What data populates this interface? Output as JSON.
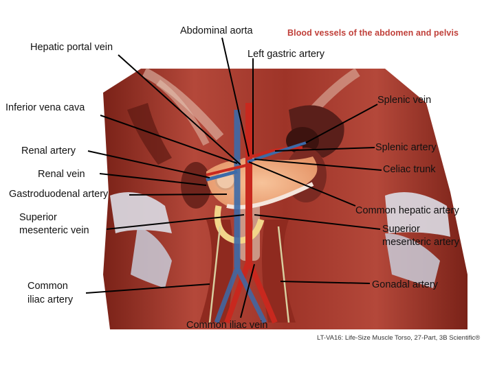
{
  "banner": {
    "title": "Blood vessels of the abdomen and pelvis",
    "color": "#c0403a"
  },
  "credit": "LT-VA16: Life-Size Muscle Torso, 27-Part, 3B Scientific®",
  "labels": {
    "abdominal_aorta": "Abdominal aorta",
    "hepatic_portal_vein": "Hepatic portal vein",
    "left_gastric_artery": "Left gastric artery",
    "inferior_vena_cava": "Inferior vena cava",
    "splenic_vein": "Splenic vein",
    "renal_artery": "Renal artery",
    "splenic_artery": "Splenic artery",
    "celiac_trunk": "Celiac trunk",
    "renal_vein": "Renal vein",
    "gastroduodenal_artery": "Gastroduodenal artery",
    "common_hepatic_artery": "Common hepatic artery",
    "superior_mesenteric_vein_1": "Superior",
    "superior_mesenteric_vein_2": "mesenteric vein",
    "superior_mesenteric_artery_1": "Superior",
    "superior_mesenteric_artery_2": "mesenteric artery",
    "common_iliac_artery_1": "Common",
    "common_iliac_artery_2": "iliac artery",
    "gonadal_artery": "Gonadal artery",
    "common_iliac_vein": "Common iliac vein"
  },
  "colors": {
    "muscle": "#a8352a",
    "muscle_dark": "#6e1d16",
    "fascia": "#dcdde6",
    "pancreas": "#f0a878",
    "spleen": "#5a1f1a",
    "kidney": "#7b2a22",
    "vein_blue": "#3c6aa8",
    "artery_red": "#c8281e",
    "leader_line": "#000000"
  }
}
